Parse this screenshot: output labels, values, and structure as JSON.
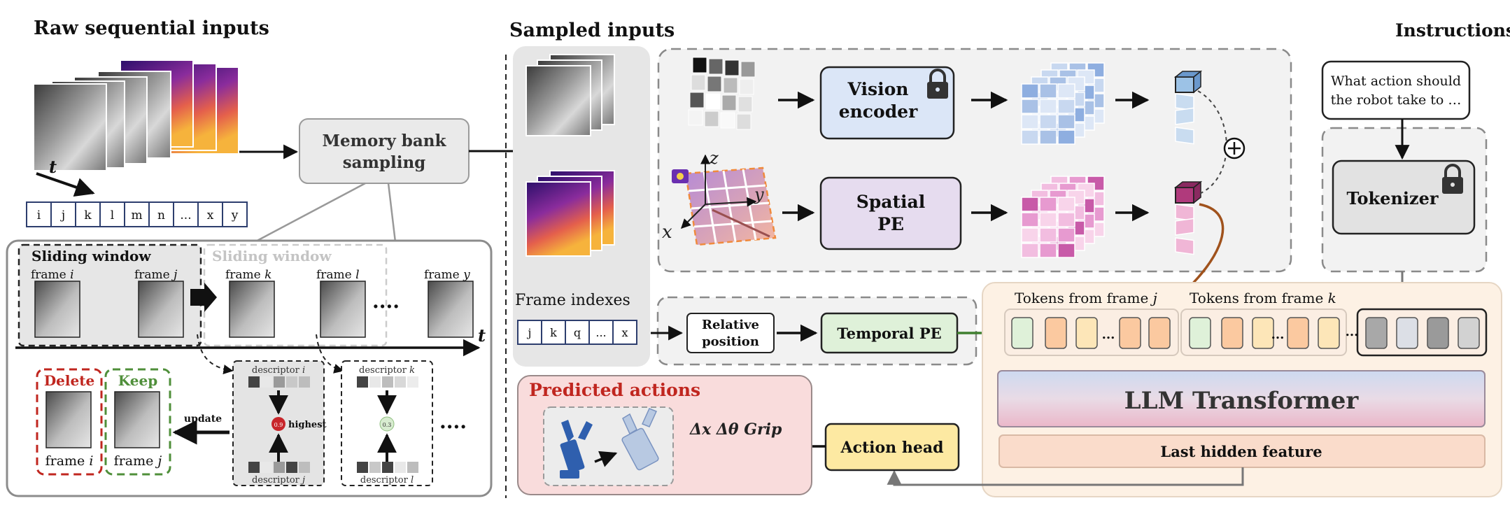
{
  "headings": {
    "raw_inputs": "Raw sequential inputs",
    "sampled_inputs": "Sampled inputs",
    "instructions": "Instructions"
  },
  "memory_bank": {
    "line1": "Memory bank",
    "line2": "sampling"
  },
  "raw_time_label": "t",
  "raw_index_cells": [
    "i",
    "j",
    "k",
    "l",
    "m",
    "n",
    "...",
    "x",
    "y"
  ],
  "sliding": {
    "active_title": "Sliding window",
    "ghost_title": "Sliding window",
    "frames": [
      {
        "label": "frame ",
        "idx": "i"
      },
      {
        "label": "frame ",
        "idx": "j"
      },
      {
        "label": "frame ",
        "idx": "k"
      },
      {
        "label": "frame ",
        "idx": "l"
      },
      {
        "label": "frame ",
        "idx": "y"
      }
    ],
    "dots": "....",
    "axis_label": "t"
  },
  "memory_ops": {
    "delete": "Delete",
    "keep": "Keep",
    "delete_frame": {
      "label": "frame ",
      "idx": "i"
    },
    "keep_frame": {
      "label": "frame ",
      "idx": "j"
    },
    "update": "update",
    "desc1_top": {
      "label": "descriptor ",
      "idx": "i"
    },
    "desc1_bottom": {
      "label": "descriptor ",
      "idx": "j"
    },
    "desc1_score": "0.9",
    "highest": "highest",
    "desc2_top": {
      "label": "descriptor ",
      "idx": "k"
    },
    "desc2_bottom": {
      "label": "descriptor ",
      "idx": "l"
    },
    "desc2_score": "0.3",
    "dots": "...."
  },
  "frame_indexes": {
    "label": "Frame indexes",
    "cells": [
      "j",
      "k",
      "q",
      "...",
      "x"
    ]
  },
  "encoders": {
    "vision_line1": "Vision",
    "vision_line2": "encoder",
    "spatial_line1": "Spatial",
    "spatial_line2": "PE",
    "axis_z": "z",
    "axis_y": "y",
    "axis_x": "x",
    "plus": "⊕"
  },
  "relative_position": {
    "line1": "Relative",
    "line2": "position"
  },
  "temporal_pe": "Temporal PE",
  "tokens": {
    "from_j": {
      "label": "Tokens from frame ",
      "idx": "j"
    },
    "from_k": {
      "label": "Tokens from frame ",
      "idx": "k"
    },
    "ellipsis": "..."
  },
  "llm_transformer": "LLM Transformer",
  "last_hidden_feature": "Last hidden feature",
  "action_head": "Action head",
  "predicted_actions": "Predicted actions",
  "action_formula": "Δx Δθ Grip",
  "instruction_text": {
    "line1": "What action should",
    "line2": "the robot take to …"
  },
  "tokenizer": "Tokenizer",
  "colors": {
    "vision_fill": "#dbe6f7",
    "spatial_fill": "#e6dcef",
    "temporal_fill": "#dff1d9",
    "action_head_fill": "#fde9a2",
    "predicted_title": "#c0261f",
    "keep_green": "#4f8f3a",
    "delete_red": "#c0261f",
    "index_border": "#2d3e6e",
    "llm_gradient_top": "#cdd9f0",
    "llm_gradient_bottom": "#ebb7c9"
  }
}
